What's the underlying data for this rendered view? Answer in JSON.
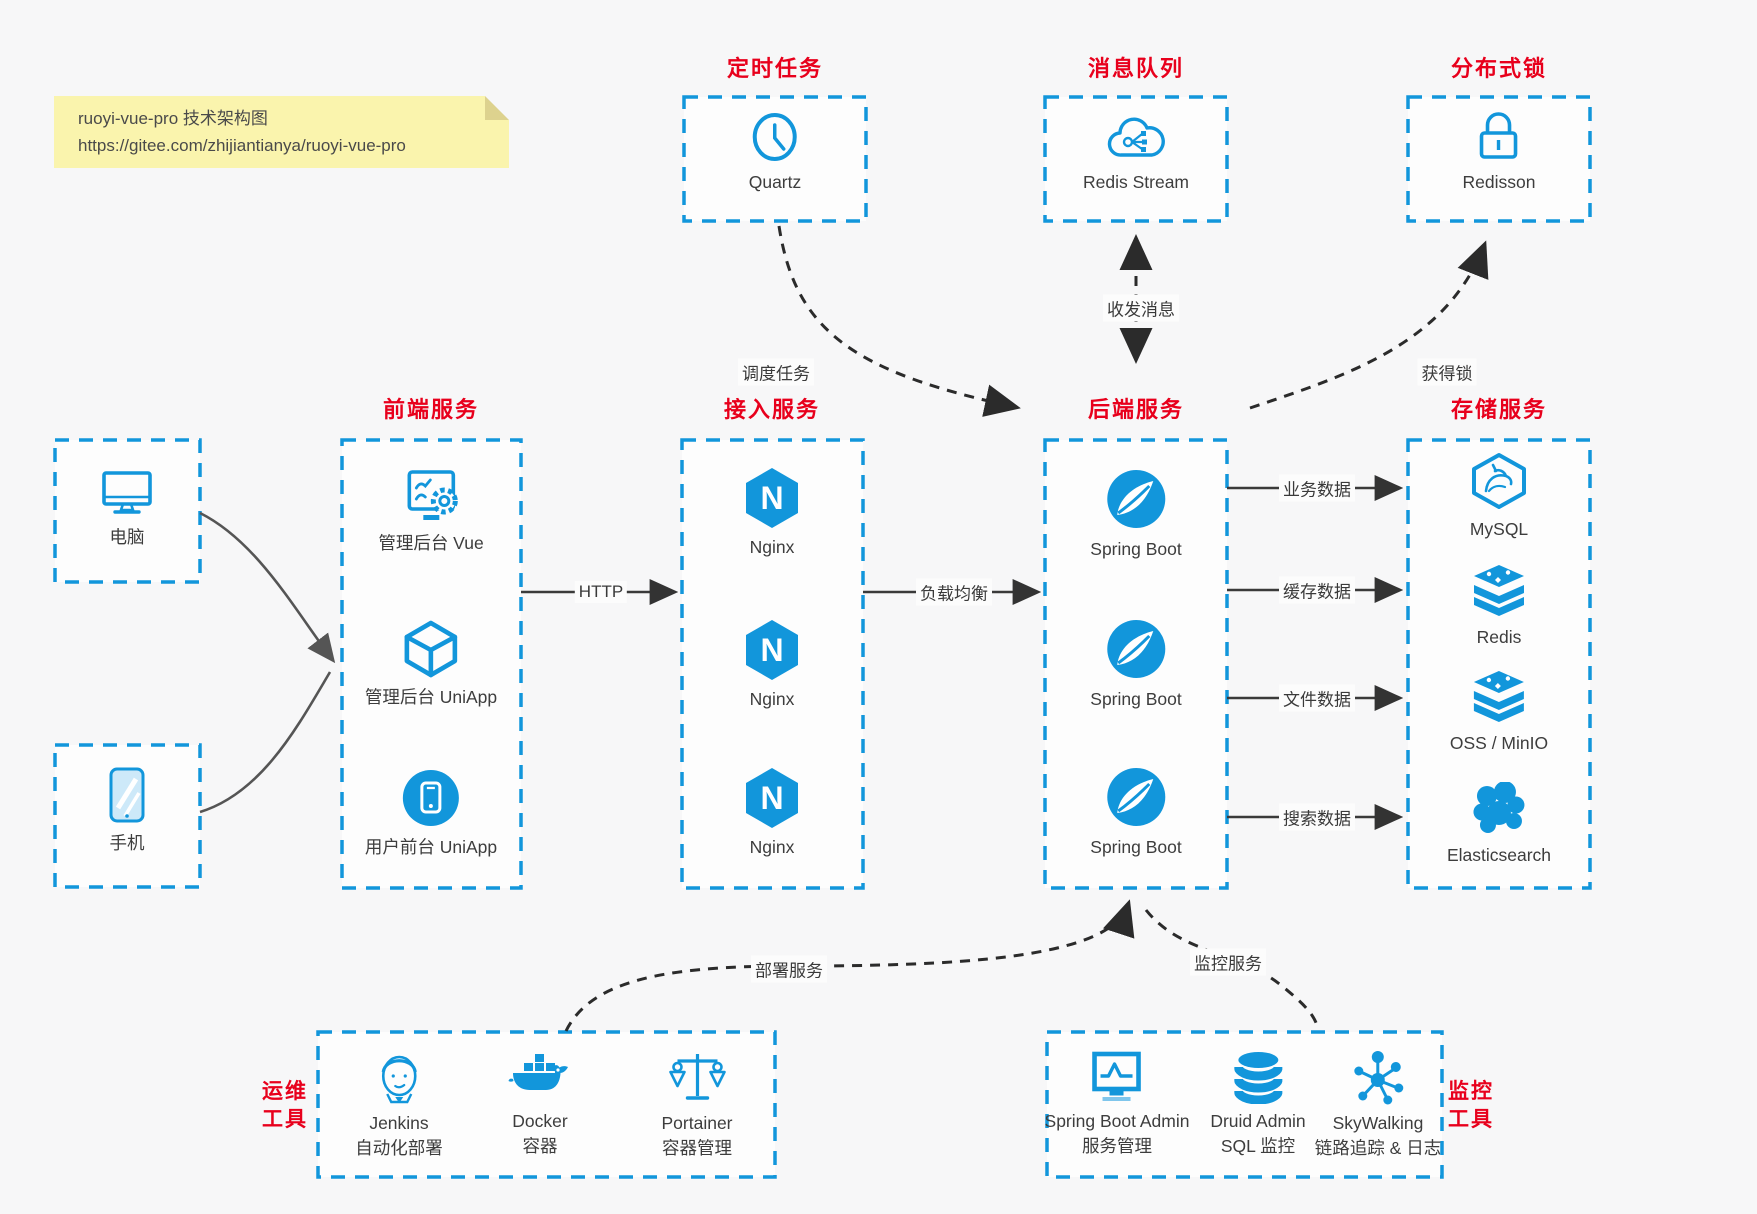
{
  "app": {
    "background": "#f7f7f8",
    "accent_blue": "#1296db",
    "title_red": "#e8001c"
  },
  "note": {
    "line1": "ruoyi-vue-pro 技术架构图",
    "line2": "https://gitee.com/zhijiantianya/ruoyi-vue-pro"
  },
  "top_services": [
    {
      "title": "定时任务",
      "item": "Quartz",
      "icon": "clock-icon"
    },
    {
      "title": "消息队列",
      "item": "Redis Stream",
      "icon": "cloud-stream-icon"
    },
    {
      "title": "分布式锁",
      "item": "Redisson",
      "icon": "lock-icon"
    }
  ],
  "clients": [
    {
      "label": "电脑",
      "icon": "desktop-icon"
    },
    {
      "label": "手机",
      "icon": "phone-icon"
    }
  ],
  "columns": [
    {
      "title": "前端服务",
      "items": [
        "管理后台 Vue",
        "管理后台 UniApp",
        "用户前台 UniApp"
      ]
    },
    {
      "title": "接入服务",
      "items": [
        "Nginx",
        "Nginx",
        "Nginx"
      ]
    },
    {
      "title": "后端服务",
      "items": [
        "Spring Boot",
        "Spring Boot",
        "Spring Boot"
      ]
    },
    {
      "title": "存储服务",
      "items": [
        "MySQL",
        "Redis",
        "OSS / MinIO",
        "Elasticsearch"
      ]
    }
  ],
  "edges": {
    "http": "HTTP",
    "load_balance": "负载均衡",
    "business_data": "业务数据",
    "cache_data": "缓存数据",
    "file_data": "文件数据",
    "search_data": "搜索数据",
    "schedule_task": "调度任务",
    "send_receive_message": "收发消息",
    "acquire_lock": "获得锁",
    "deploy_service": "部署服务",
    "monitor_service": "监控服务"
  },
  "ops_tools": {
    "title": [
      "运维",
      "工具"
    ],
    "items": [
      {
        "name": "Jenkins",
        "desc": "自动化部署"
      },
      {
        "name": "Docker",
        "desc": "容器"
      },
      {
        "name": "Portainer",
        "desc": "容器管理"
      }
    ]
  },
  "monitor_tools": {
    "title": [
      "监控",
      "工具"
    ],
    "items": [
      {
        "name": "Spring Boot Admin",
        "desc": "服务管理"
      },
      {
        "name": "Druid Admin",
        "desc": "SQL 监控"
      },
      {
        "name": "SkyWalking",
        "desc": "链路追踪 & 日志"
      }
    ]
  }
}
